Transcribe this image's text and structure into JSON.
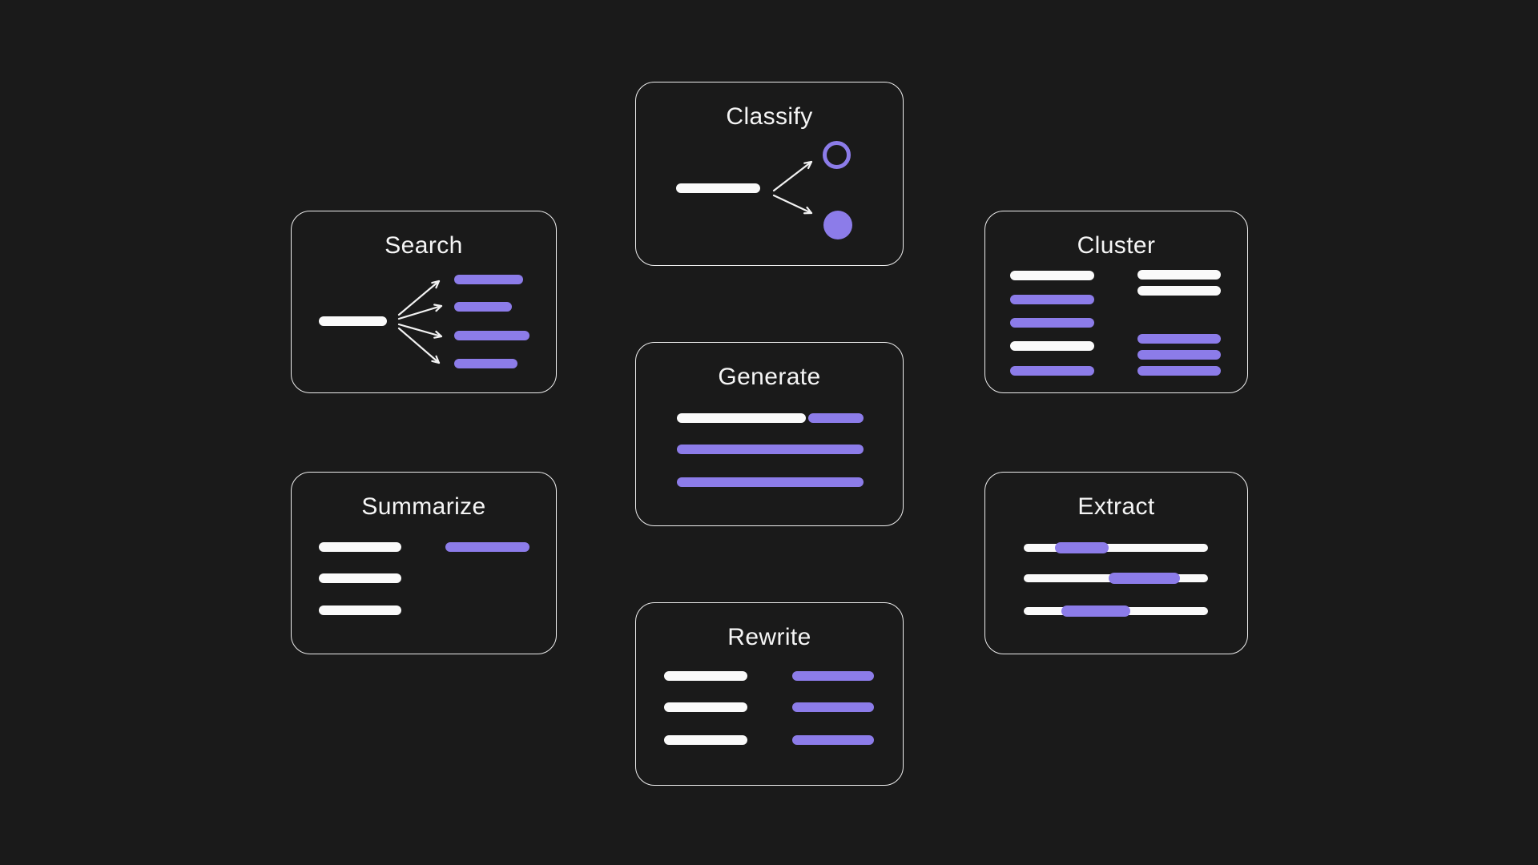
{
  "page": {
    "description": "Seven rounded cards on a dark canvas illustrating LLM text capabilities",
    "background": "#1a1a1a"
  },
  "colors": {
    "page_bg": "#1a1a1a",
    "accent_purple": "#8c7ce9",
    "bar_white": "#fafafa",
    "card_border": "#eeeeee",
    "title_text": "#f5f5f5"
  },
  "cards": {
    "classify": {
      "title": "Classify"
    },
    "search": {
      "title": "Search"
    },
    "cluster": {
      "title": "Cluster"
    },
    "generate": {
      "title": "Generate"
    },
    "summarize": {
      "title": "Summarize"
    },
    "extract": {
      "title": "Extract"
    },
    "rewrite": {
      "title": "Rewrite"
    }
  }
}
